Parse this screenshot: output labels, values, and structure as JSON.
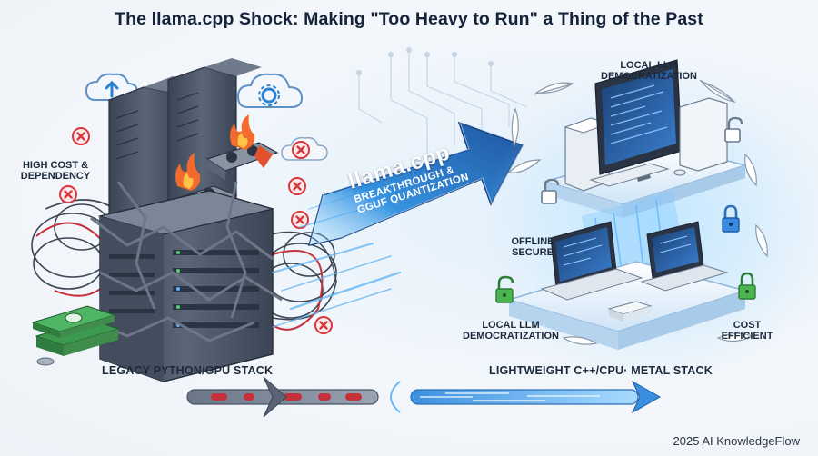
{
  "title": "The llama.cpp Shock: Making \"Too Heavy to Run\" a Thing of the Past",
  "left": {
    "cost_label_line1": "HIGH COST &",
    "cost_label_line2": "DEPENDENCY",
    "stack_label": "LEGACY PYTHON/GPU STACK"
  },
  "center": {
    "arrow_title": "llama.cpp",
    "arrow_sub_line1": "BREAKTHROUGH &",
    "arrow_sub_line2": "GGUF QUANTIZATION"
  },
  "right": {
    "top_label_line1": "LOCAL LLM",
    "top_label_line2": "DEMOCRATIZATION",
    "offline_line1": "OFFLINE",
    "offline_line2": "SECURE",
    "bottom_label_line1": "LOCAL LLM",
    "bottom_label_line2": "DEMOCRATIZATION",
    "cost_line1": "COST",
    "cost_line2": "EFFICIENT",
    "stack_label": "LIGHTWEIGHT C++/CPU· METAL STACK"
  },
  "footer": "2025 AI KnowledgeFlow",
  "colors": {
    "accent_blue": "#2f8fe0",
    "alert_red": "#d9363e",
    "lock_green": "#46b14d",
    "server_dark": "#4a5566"
  }
}
